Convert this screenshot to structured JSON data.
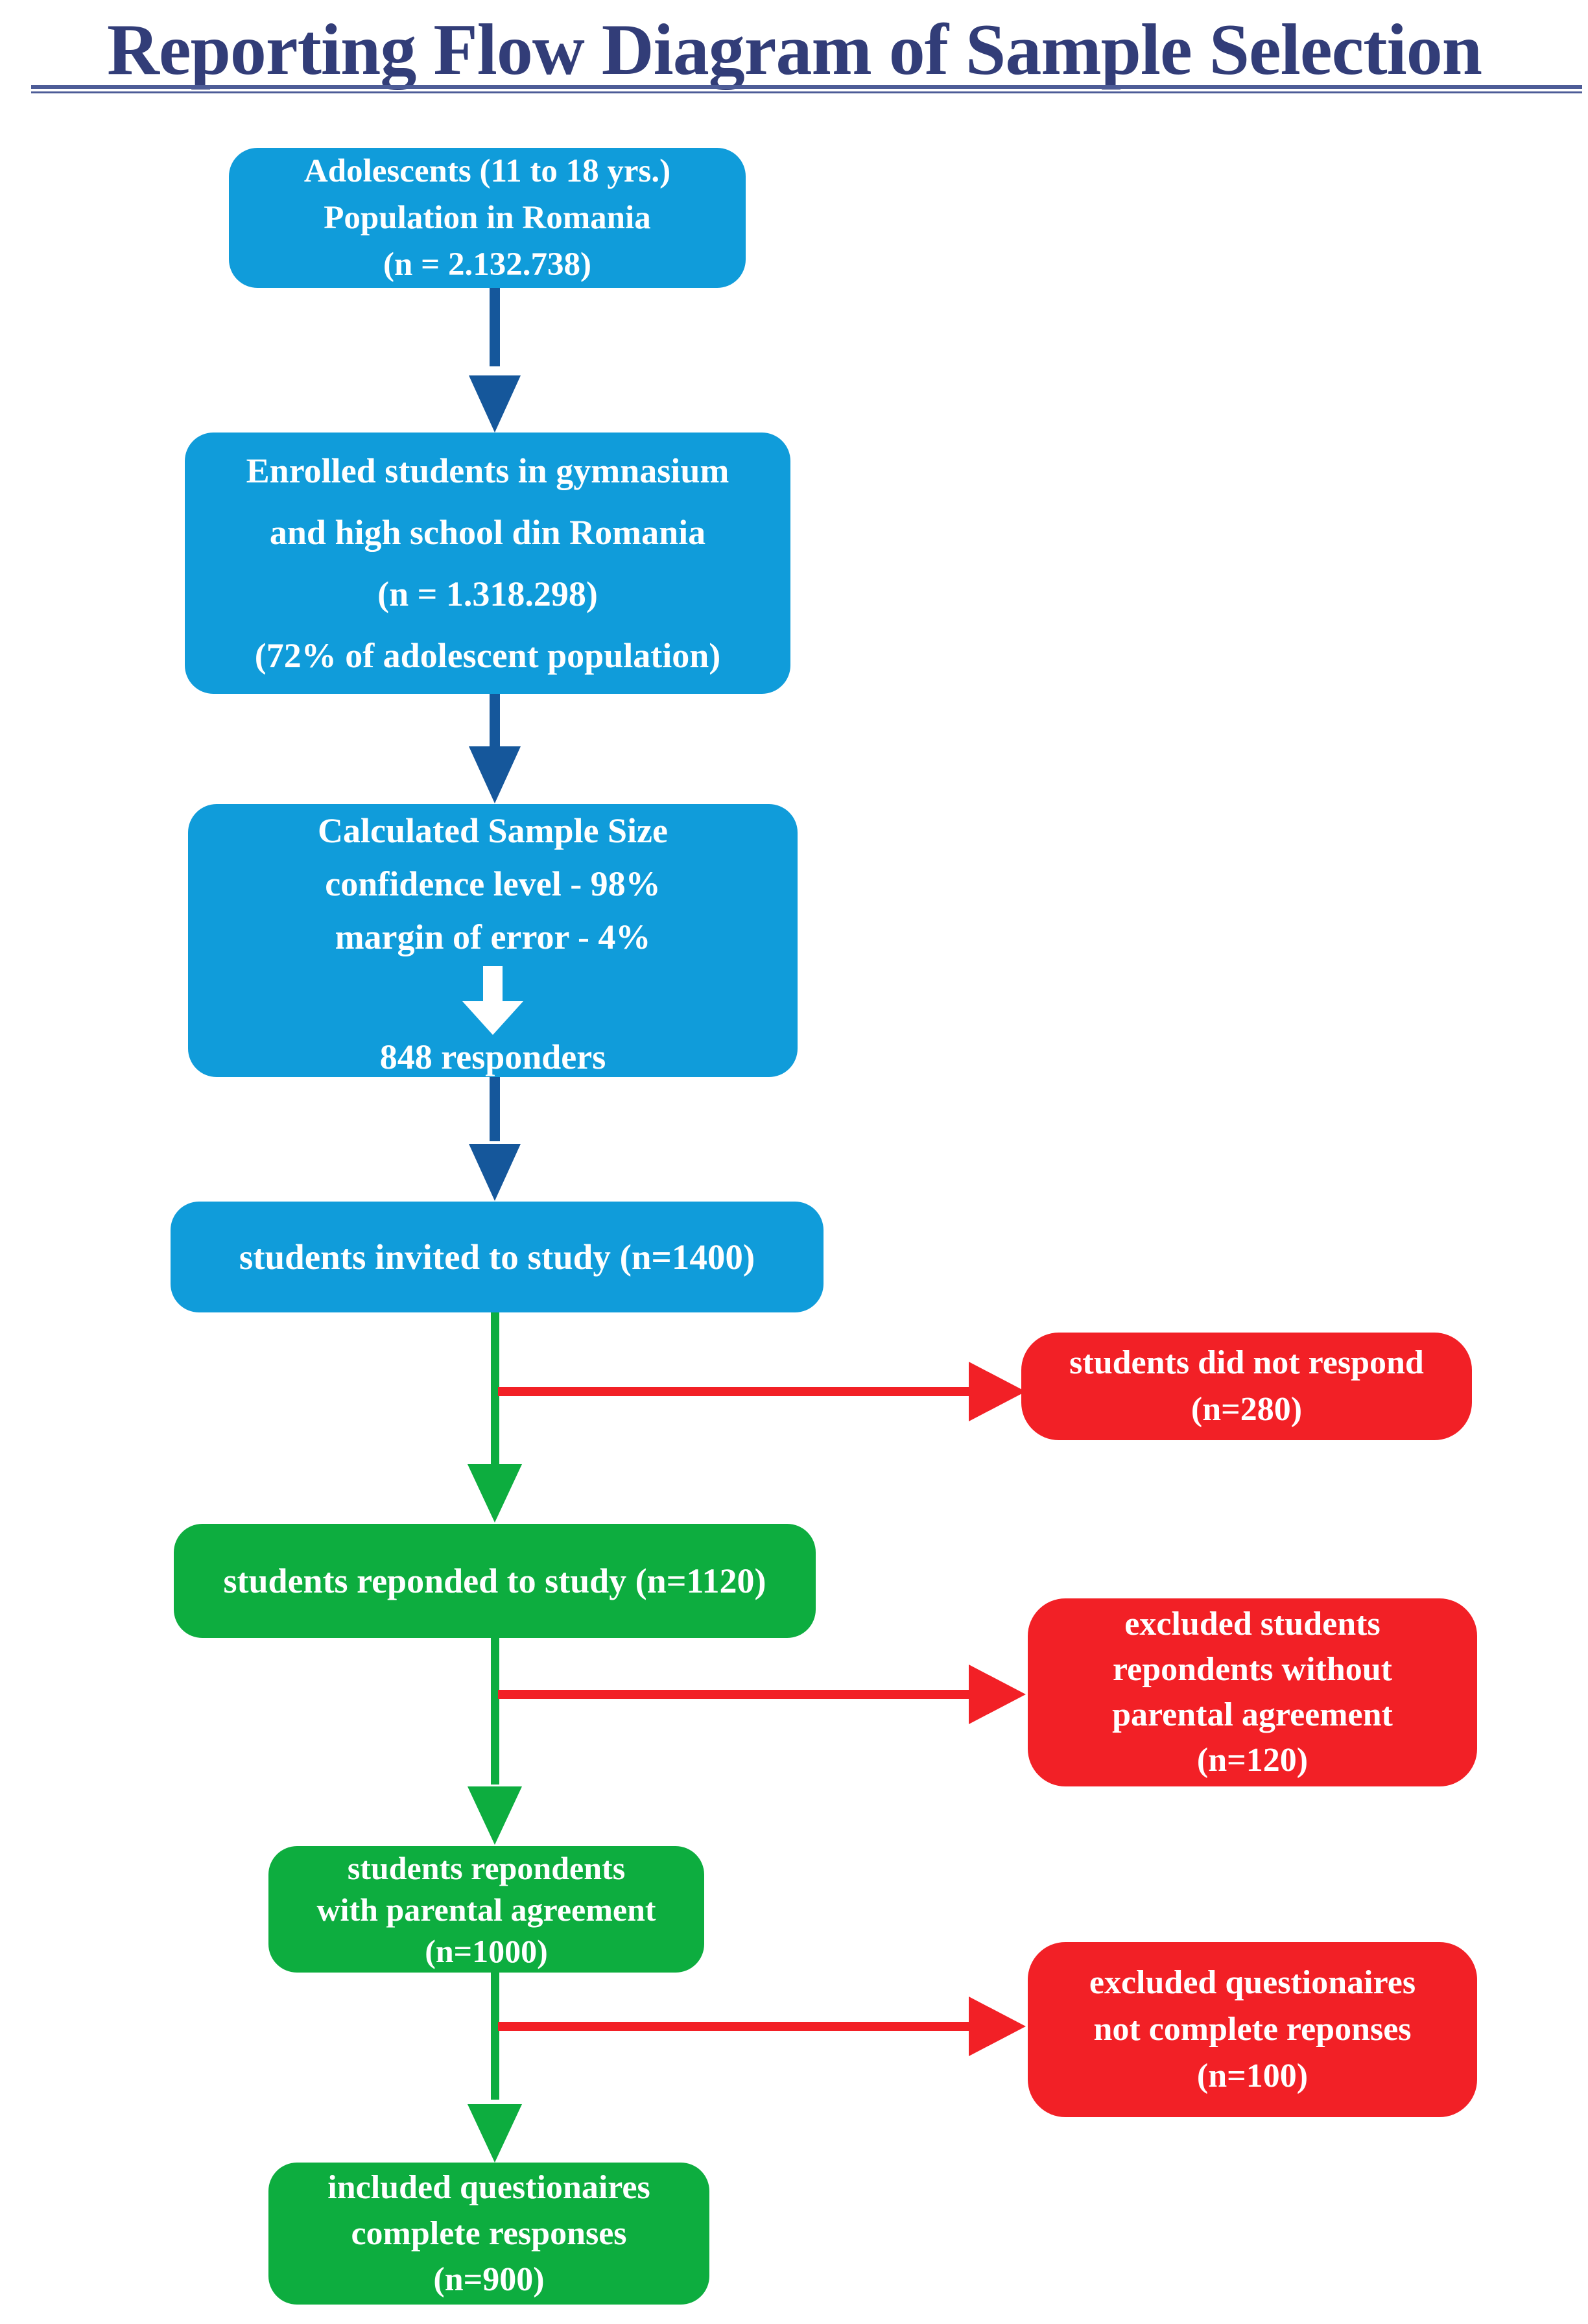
{
  "title": {
    "text": "Reporting Flow Diagram of Sample Selection"
  },
  "flow": {
    "population": {
      "lines": [
        "Adolescents (11 to 18 yrs.)",
        "Population in Romania",
        "(n = 2.132.738)"
      ]
    },
    "enrolled": {
      "lines": [
        "Enrolled students in gymnasium",
        "and high school din Romania",
        "(n = 1.318.298)",
        "(72% of adolescent population)"
      ]
    },
    "sample_size": {
      "lines": [
        "Calculated Sample Size",
        "confidence level - 98%",
        "margin of error - 4%"
      ],
      "result": "848 responders"
    },
    "invited": {
      "lines": [
        "students invited to study (n=1400)"
      ]
    },
    "responded": {
      "lines": [
        "students reponded to study (n=1120)"
      ]
    },
    "parental": {
      "lines": [
        "students repondents",
        "with parental agreement",
        "(n=1000)"
      ]
    },
    "included": {
      "lines": [
        "included questionaires",
        "complete responses",
        "(n=900)"
      ]
    },
    "no_response": {
      "lines": [
        "students did not respond",
        "(n=280)"
      ]
    },
    "excluded_parental": {
      "lines": [
        "excluded students",
        "repondents without",
        "parental agreement",
        "(n=120)"
      ]
    },
    "excluded_incomplete": {
      "lines": [
        "excluded questionaires",
        "not complete reponses",
        "(n=100)"
      ]
    }
  },
  "colors": {
    "box_blue": "#109CDA",
    "box_green": "#0DAD3F",
    "box_red": "#F22026",
    "arrow_navy": "#15579B",
    "arrow_green": "#0DAD3F",
    "arrow_red": "#F22026",
    "title_navy": "#323D78",
    "underline_blue": "#4D5C97",
    "text_white": "#FFFFFF"
  }
}
